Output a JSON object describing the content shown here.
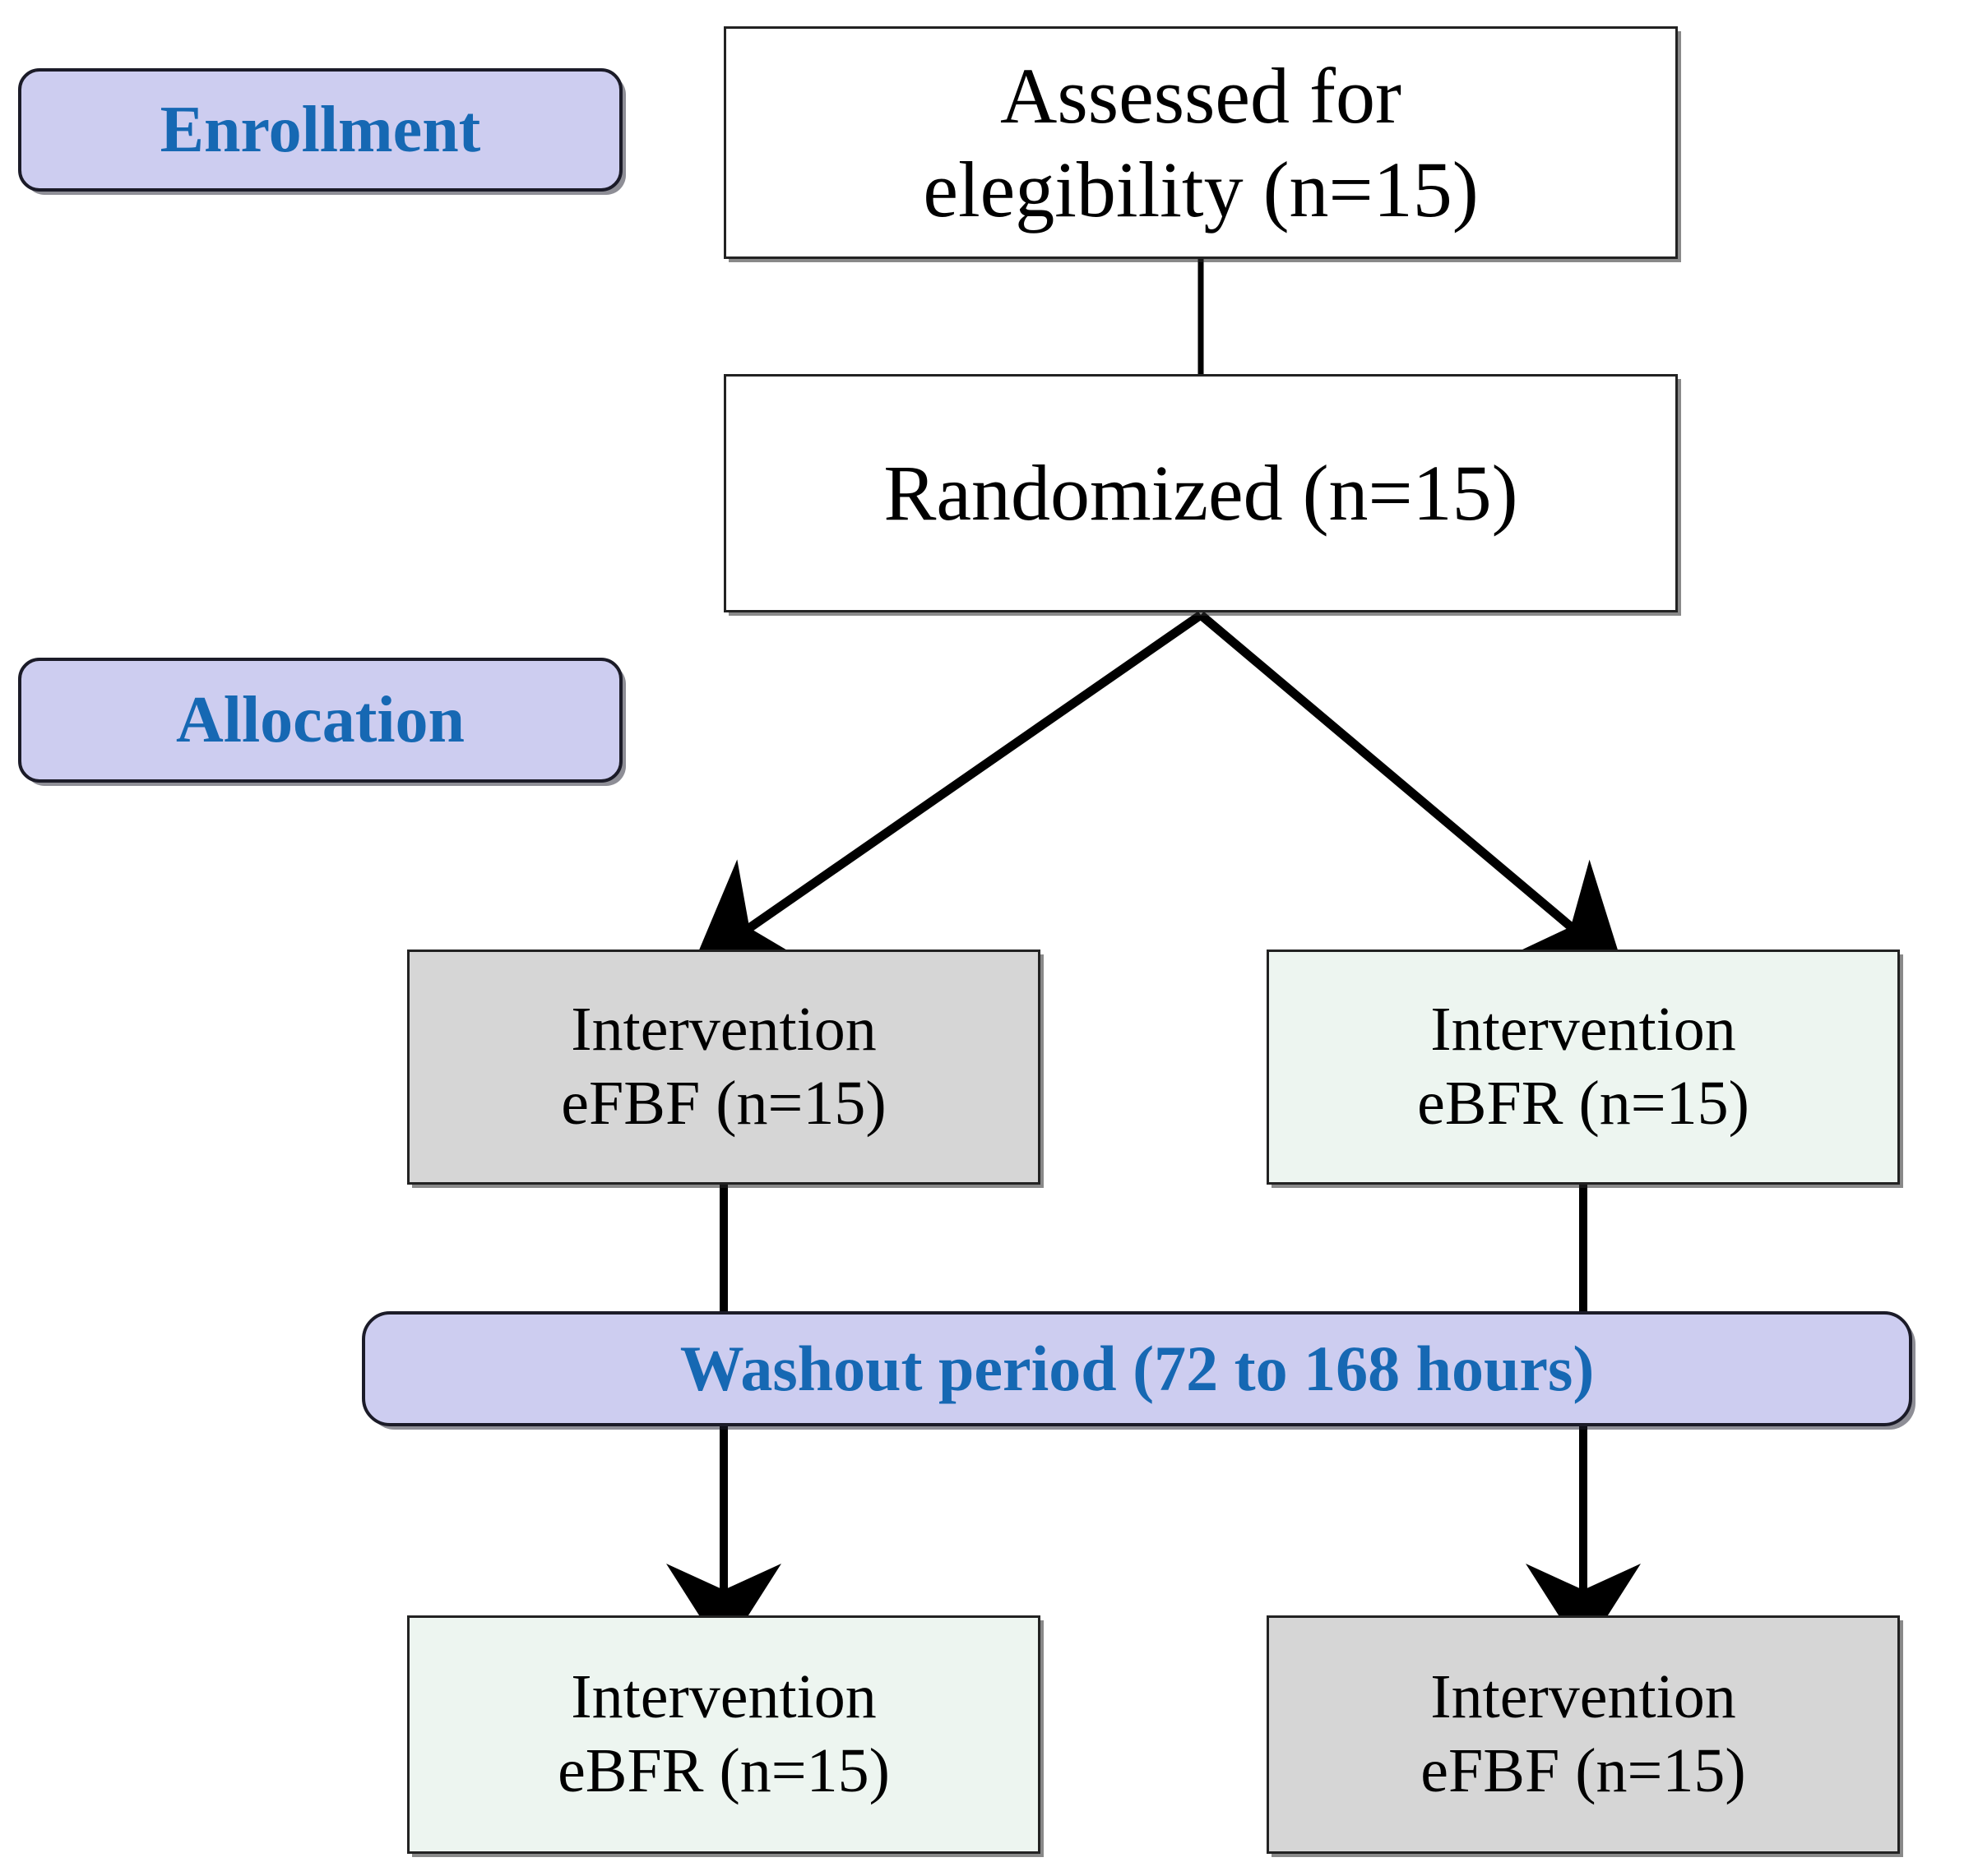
{
  "diagram": {
    "title": "CONSORT participant flow diagram",
    "stages": [
      {
        "id": "enrollment",
        "label": "Enrollment"
      },
      {
        "id": "allocation",
        "label": "Allocation"
      }
    ],
    "nodes": {
      "assessed": {
        "label": "Assessed for\nelegibility (n=15)",
        "n": 15,
        "fill": "#ffffff"
      },
      "randomized": {
        "label": "Randomized (n=15)",
        "n": 15,
        "fill": "#ffffff"
      },
      "mid_left": {
        "label": "Intervention\neFBF (n=15)",
        "n": 15,
        "arm": "eFBF",
        "fill": "#d6d6d6"
      },
      "mid_right": {
        "label": "Intervention\neBFR (n=15)",
        "n": 15,
        "arm": "eBFR",
        "fill": "#edf5f0"
      },
      "washout": {
        "label": "Washout period (72 to 168 hours)",
        "min_hours": 72,
        "max_hours": 168,
        "fill": "#cdcdf0"
      },
      "bot_left": {
        "label": "Intervention\neBFR (n=15)",
        "n": 15,
        "arm": "eBFR",
        "fill": "#edf5f0"
      },
      "bot_right": {
        "label": "Intervention\neFBF (n=15)",
        "n": 15,
        "arm": "eFBF",
        "fill": "#d6d6d6"
      }
    },
    "colors": {
      "stage_fill": "#cdcdf0",
      "stage_text": "#1668b3",
      "gray_fill": "#d6d6d6",
      "mint_fill": "#edf5f0",
      "white_fill": "#ffffff",
      "border": "#222222",
      "connector": "#000000"
    },
    "connectors": [
      {
        "id": "assessed-to-randomized",
        "from": "assessed",
        "to": "randomized",
        "style": "plain-line",
        "arrowhead": false
      },
      {
        "id": "randomized-to-mid-left",
        "from": "randomized",
        "to": "mid_left",
        "style": "diagonal",
        "arrowhead": true
      },
      {
        "id": "randomized-to-mid-right",
        "from": "randomized",
        "to": "mid_right",
        "style": "diagonal",
        "arrowhead": true
      },
      {
        "id": "mid-left-to-washout",
        "from": "mid_left",
        "to": "washout",
        "style": "vertical",
        "arrowhead": false
      },
      {
        "id": "mid-right-to-washout",
        "from": "mid_right",
        "to": "washout",
        "style": "vertical",
        "arrowhead": false
      },
      {
        "id": "washout-to-bot-left",
        "from": "washout",
        "to": "bot_left",
        "style": "vertical",
        "arrowhead": true
      },
      {
        "id": "washout-to-bot-right",
        "from": "washout",
        "to": "bot_right",
        "style": "vertical",
        "arrowhead": true
      }
    ]
  }
}
